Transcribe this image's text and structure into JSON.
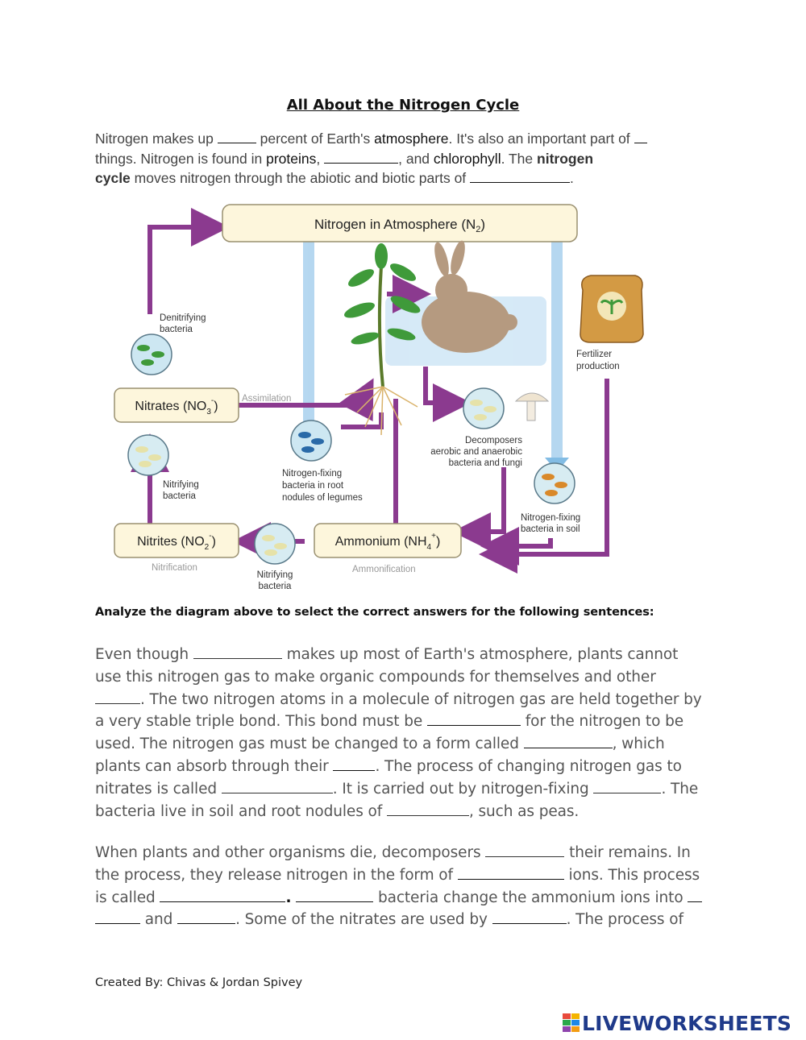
{
  "title": "All About the Nitrogen Cycle",
  "intro": {
    "l1a": "Nitrogen makes up",
    "l1b": "percent of Earth's",
    "l1c": "atmosphere",
    "l1d": ". It's also an important part of",
    "l2a": "things. Nitrogen is found in",
    "l2b": "proteins",
    "l2c": ",",
    "l2d": ", and",
    "l2e": "chlorophyll",
    "l2f": ". The",
    "l2g": "nitrogen",
    "l3a": "cycle",
    "l3b": "moves nitrogen through the abiotic and biotic parts of",
    "l3c": "."
  },
  "diagram": {
    "atmosphere": "Nitrogen in Atmosphere (N",
    "atmosphere_sub": "2",
    "atmosphere_end": ")",
    "denitrifying_1": "Denitrifying",
    "denitrifying_2": "bacteria",
    "nitrates": "Nitrates (NO",
    "nitrates_sub": "3",
    "nitrates_sup": "-",
    "nitrates_end": ")",
    "assimilation": "Assimilation",
    "nitrifying_1": "Nitrifying",
    "nitrifying_2": "bacteria",
    "nitrites": "Nitrites  (NO",
    "nitrites_sub": "2",
    "nitrites_sup": "-",
    "nitrites_end": ")",
    "nitrification": "Nitrification",
    "nitrifying2_1": "Nitrifying",
    "nitrifying2_2": "bacteria",
    "ammonium": "Ammonium (NH",
    "ammonium_sub": "4",
    "ammonium_sup": "+",
    "ammonium_end": ")",
    "ammonification": "Ammonification",
    "nfix_root_1": "Nitrogen-fixing",
    "nfix_root_2": "bacteria in root",
    "nfix_root_3": "nodules of legumes",
    "decomposers_1": "Decomposers",
    "decomposers_2": "aerobic and anaerobic",
    "decomposers_3": "bacteria and fungi",
    "fertilizer_1": "Fertilizer",
    "fertilizer_2": "production",
    "nfix_soil_1": "Nitrogen-fixing",
    "nfix_soil_2": "bacteria in soil"
  },
  "analyze": "Analyze the diagram above to select the correct answers for the following sentences:",
  "para1": {
    "a1": "Even though",
    "a2": "makes up most of Earth's atmosphere, plants cannot",
    "b1": "use this nitrogen gas to make organic compounds for themselves and other",
    "c1": ". The two nitrogen atoms in a molecule of nitrogen gas are held together by",
    "d1": "a very stable triple bond. This bond must be",
    "d2": "for the nitrogen to be",
    "e1": "used. The nitrogen gas must be changed to a form called",
    "e2": ", which",
    "f1": "plants can absorb through their",
    "f2": ". The process of changing nitrogen gas to",
    "g1": "nitrates is called",
    "g2": ". It is carried out by nitrogen-fixing",
    "g3": ". The",
    "h1": "bacteria live in soil and root nodules of",
    "h2": ", such as peas."
  },
  "para2": {
    "a1": "When plants and other organisms die, decomposers",
    "a2": "their remains. In",
    "b1": "the process, they release nitrogen in the form of",
    "b2": "ions. This process",
    "c1": "is called",
    "c2": ".",
    "c3": "bacteria change the ammonium ions into",
    "d1": "and",
    "d2": ". Some of the nitrates are used by",
    "d3": ". The process of"
  },
  "footer": "Created By: Chivas & Jordan Spivey",
  "brand": "LIVEWORKSHEETS",
  "colors": {
    "arrow_purple": "#8b3a8f",
    "arrow_blue": "#7fb6e0",
    "box_fill": "#fdf6dc",
    "brand_blue": "#1f3a8a"
  }
}
